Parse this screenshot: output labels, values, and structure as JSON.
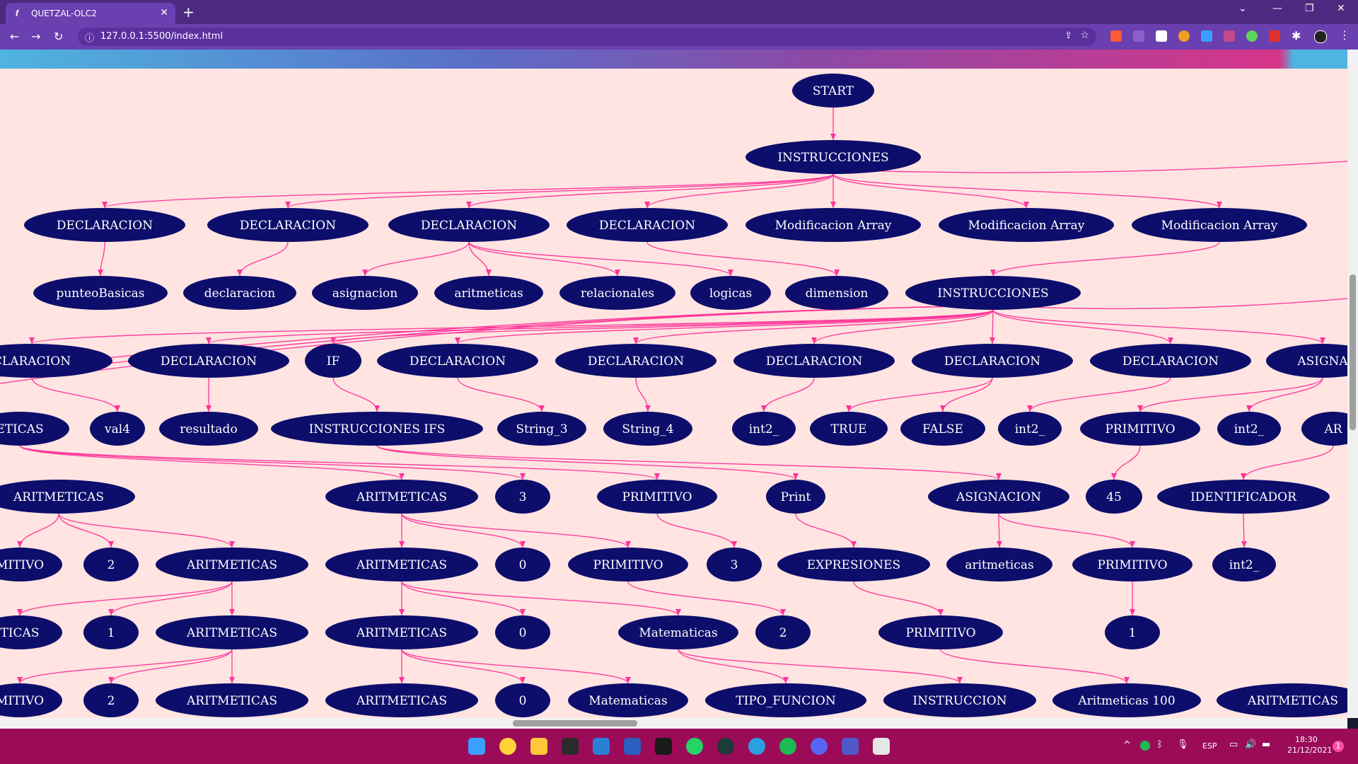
{
  "browser": {
    "tab_title": "QUETZAL-OLC2",
    "url": "127.0.0.1:5500/index.html"
  },
  "colors": {
    "node_fill": "#0d0d6b",
    "edge": "#ff3399",
    "canvas": "#ffe4e1",
    "taskbar": "#9b0b58"
  },
  "tree": {
    "nodes": [
      {
        "id": "n1",
        "label": "START"
      },
      {
        "id": "n2",
        "label": "INSTRUCCIONES"
      },
      {
        "id": "n3",
        "label": "DECLARACION"
      },
      {
        "id": "n4",
        "label": "DECLARACION"
      },
      {
        "id": "n5",
        "label": "DECLARACION"
      },
      {
        "id": "n6",
        "label": "DECLARACION"
      },
      {
        "id": "n7",
        "label": "Modificacion Array"
      },
      {
        "id": "n8",
        "label": "Modificacion Array"
      },
      {
        "id": "n9",
        "label": "Modificacion Array"
      },
      {
        "id": "n10",
        "label": "punteoBasicas"
      },
      {
        "id": "n11",
        "label": "declaracion"
      },
      {
        "id": "n12",
        "label": "asignacion"
      },
      {
        "id": "n13",
        "label": "aritmeticas"
      },
      {
        "id": "n14",
        "label": "relacionales"
      },
      {
        "id": "n15",
        "label": "logicas"
      },
      {
        "id": "n16",
        "label": "dimension"
      },
      {
        "id": "n17",
        "label": "INSTRUCCIONES"
      },
      {
        "id": "n18",
        "label": "CLARACION"
      },
      {
        "id": "n19",
        "label": "DECLARACION"
      },
      {
        "id": "n20",
        "label": "IF"
      },
      {
        "id": "n21",
        "label": "DECLARACION"
      },
      {
        "id": "n22",
        "label": "DECLARACION"
      },
      {
        "id": "n23",
        "label": "DECLARACION"
      },
      {
        "id": "n24",
        "label": "DECLARACION"
      },
      {
        "id": "n25",
        "label": "DECLARACION"
      },
      {
        "id": "n26",
        "label": "ASIGNA"
      },
      {
        "id": "n27",
        "label": "ETICAS"
      },
      {
        "id": "n28",
        "label": "val4"
      },
      {
        "id": "n29",
        "label": "resultado"
      },
      {
        "id": "n30",
        "label": "INSTRUCCIONES IFS"
      },
      {
        "id": "n31",
        "label": "String_3"
      },
      {
        "id": "n32",
        "label": "String_4"
      },
      {
        "id": "n33",
        "label": "int2_"
      },
      {
        "id": "n34",
        "label": "TRUE"
      },
      {
        "id": "n35",
        "label": "FALSE"
      },
      {
        "id": "n36",
        "label": "int2_"
      },
      {
        "id": "n37",
        "label": "PRIMITIVO"
      },
      {
        "id": "n38",
        "label": "int2_"
      },
      {
        "id": "n39",
        "label": "AR"
      },
      {
        "id": "n40",
        "label": "ARITMETICAS"
      },
      {
        "id": "n41",
        "label": "ARITMETICAS"
      },
      {
        "id": "n42",
        "label": "3"
      },
      {
        "id": "n43",
        "label": "PRIMITIVO"
      },
      {
        "id": "n44",
        "label": "Print"
      },
      {
        "id": "n45",
        "label": "ASIGNACION"
      },
      {
        "id": "n46",
        "label": "45"
      },
      {
        "id": "n47",
        "label": "IDENTIFICADOR"
      },
      {
        "id": "n48",
        "label": "MITIVO"
      },
      {
        "id": "n49",
        "label": "2"
      },
      {
        "id": "n50",
        "label": "ARITMETICAS"
      },
      {
        "id": "n51",
        "label": "ARITMETICAS"
      },
      {
        "id": "n52",
        "label": "0"
      },
      {
        "id": "n53",
        "label": "PRIMITIVO"
      },
      {
        "id": "n54",
        "label": "3"
      },
      {
        "id": "n55",
        "label": "EXPRESIONES"
      },
      {
        "id": "n56",
        "label": "aritmeticas"
      },
      {
        "id": "n57",
        "label": "PRIMITIVO"
      },
      {
        "id": "n58",
        "label": "int2_"
      },
      {
        "id": "n59",
        "label": "TICAS"
      },
      {
        "id": "n60",
        "label": "1"
      },
      {
        "id": "n61",
        "label": "ARITMETICAS"
      },
      {
        "id": "n62",
        "label": "ARITMETICAS"
      },
      {
        "id": "n63",
        "label": "0"
      },
      {
        "id": "n64",
        "label": "Matematicas"
      },
      {
        "id": "n65",
        "label": "2"
      },
      {
        "id": "n66",
        "label": "PRIMITIVO"
      },
      {
        "id": "n67",
        "label": "1"
      },
      {
        "id": "n68",
        "label": "MITIVO"
      },
      {
        "id": "n69",
        "label": "2"
      },
      {
        "id": "n70",
        "label": "ARITMETICAS"
      },
      {
        "id": "n71",
        "label": "ARITMETICAS"
      },
      {
        "id": "n72",
        "label": "0"
      },
      {
        "id": "n73",
        "label": "Matematicas"
      },
      {
        "id": "n74",
        "label": "TIPO_FUNCION"
      },
      {
        "id": "n75",
        "label": "INSTRUCCION"
      },
      {
        "id": "n76",
        "label": "Aritmeticas 100"
      },
      {
        "id": "n77",
        "label": "ARITMETICAS"
      }
    ]
  },
  "taskbar": {
    "lang": "ESP",
    "time": "18:30",
    "date": "21/12/2021",
    "notif_count": "1"
  }
}
